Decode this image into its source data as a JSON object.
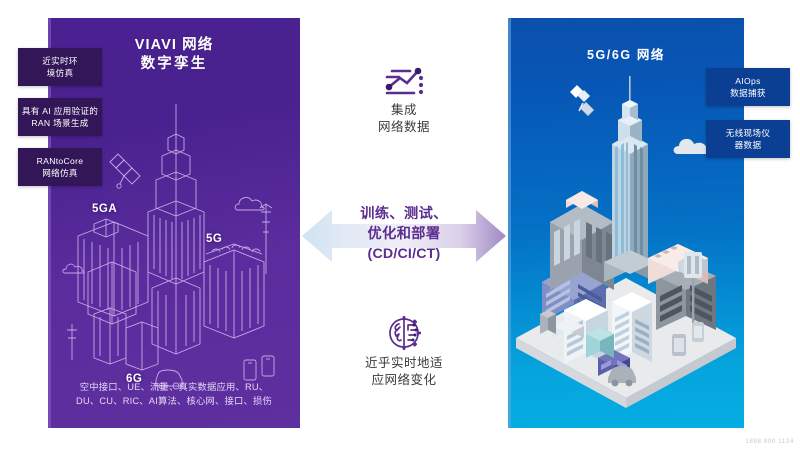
{
  "left_panel": {
    "title_line1": "VIAVI 网络",
    "title_line2": "数字孪生",
    "city_labels": {
      "l1": "5GA",
      "l2": "5G",
      "l3": "6G"
    },
    "footer_line1": "空中接口、UE、流量、真实数据应用、RU、",
    "footer_line2": "DU、CU、RIC、AI算法、核心网、接口、损伤",
    "chips": [
      {
        "line1": "近实时环",
        "line2": "境仿真"
      },
      {
        "line1": "具有 AI 应用验证的",
        "line2": "RAN 场景生成"
      },
      {
        "line1": "RANtoCore",
        "line2": "网络仿真"
      }
    ],
    "bg_color": "#4b2191",
    "chip_color": "#321657"
  },
  "right_panel": {
    "title": "5G/6G 网络",
    "chips": [
      {
        "line1": "AIOps",
        "line2": "数据捕获"
      },
      {
        "line1": "无线现场仪",
        "line2": "器数据"
      }
    ],
    "bg_color_top": "#0b50ad",
    "bg_color_bottom": "#05aee2",
    "chip_color": "#0b3f93"
  },
  "center": {
    "integrate_icon": "analytics-chart-icon",
    "integrate_line1": "集成",
    "integrate_line2": "网络数据",
    "arrow_icon": "double-arrow-left-right",
    "arrow_line1": "训练、测试、",
    "arrow_line2": "优化和部署",
    "arrow_line3": "(CD/CI/CT)",
    "arrow_text_color": "#5b2d91",
    "adapt_icon": "brain-gear-icon",
    "adapt_line1": "近乎实时地适",
    "adapt_line2": "应网络变化"
  },
  "watermark": "1888 900 1124"
}
